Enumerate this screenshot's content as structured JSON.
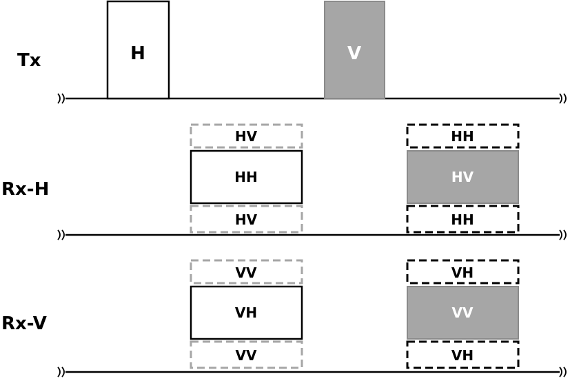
{
  "rows": {
    "tx": "Tx",
    "rxh": "Rx-H",
    "rxv": "Rx-V"
  },
  "tx_pulses": {
    "first": "H",
    "second": "V"
  },
  "rxh": {
    "left": {
      "top": "HV",
      "main": "HH",
      "bottom": "HV"
    },
    "right": {
      "top": "HH",
      "main": "HV",
      "bottom": "HH"
    }
  },
  "rxv": {
    "left": {
      "top": "VV",
      "main": "VH",
      "bottom": "VV"
    },
    "right": {
      "top": "VH",
      "main": "VV",
      "bottom": "VH"
    }
  },
  "colors": {
    "line": "#000000",
    "gray_fill": "#a6a6a6",
    "light_dash": "#a6a6a6",
    "dark_dash": "#000000",
    "white_text": "#ffffff"
  },
  "icons": {
    "break_mark": "axis-break-icon"
  }
}
